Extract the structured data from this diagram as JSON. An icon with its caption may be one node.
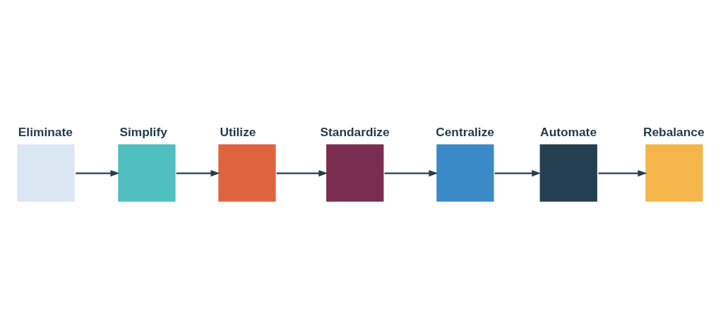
{
  "diagram": {
    "nodes": [
      {
        "text": [
          "Eliminate"
        ]
      },
      {
        "text": [
          "Simplify"
        ]
      },
      {
        "text": [
          "Utilize"
        ]
      },
      {
        "text": [
          "Standardize"
        ]
      },
      {
        "text": [
          "Centralize"
        ]
      },
      {
        "text": [
          "Automate"
        ]
      },
      {
        "text": [
          "Rebalance"
        ]
      }
    ],
    "edges": [
      {
        "from": 0,
        "to": 1,
        "arrow": "to"
      },
      {
        "from": 1,
        "to": 2,
        "arrow": "to"
      },
      {
        "from": 2,
        "to": 3,
        "arrow": "to"
      },
      {
        "from": 3,
        "to": 4,
        "arrow": "to"
      },
      {
        "from": 4,
        "to": 5,
        "arrow": "to"
      },
      {
        "from": 5,
        "to": 6,
        "arrow": "to"
      }
    ]
  }
}
